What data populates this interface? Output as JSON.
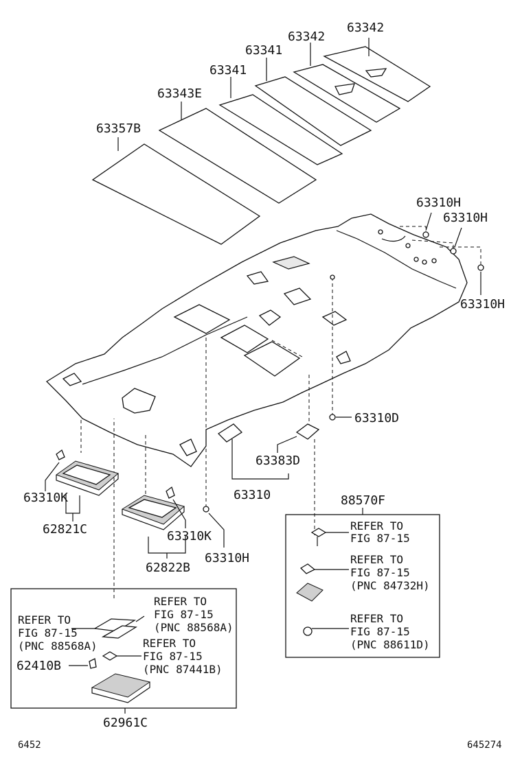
{
  "labels": {
    "p63342a": "63342",
    "p63342b": "63342",
    "p63341a": "63341",
    "p63341b": "63341",
    "p63343E": "63343E",
    "p63357B": "63357B",
    "p63310H_a": "63310H",
    "p63310H_b": "63310H",
    "p63310H_c": "63310H",
    "p63310D": "63310D",
    "p63383D": "63383D",
    "p63310": "63310",
    "p63310K_a": "63310K",
    "p62821C": "62821C",
    "p63310K_b": "63310K",
    "p63310H_d": "63310H",
    "p62822B": "62822B",
    "p88570F": "88570F",
    "p62410B": "62410B",
    "p62961C": "62961C"
  },
  "refs": {
    "r1_l1": "REFER TO",
    "r1_l2": "FIG 87-15",
    "r2_l1": "REFER TO",
    "r2_l2": "FIG 87-15",
    "r2_l3": "(PNC 84732H)",
    "r3_l1": "REFER TO",
    "r3_l2": "FIG 87-15",
    "r3_l3": "(PNC 88611D)",
    "r4_l1": "REFER TO",
    "r4_l2": "FIG 87-15",
    "r4_l3": "(PNC 88568A)",
    "r5_l1": "REFER TO",
    "r5_l2": "FIG 87-15",
    "r5_l3": "(PNC 88568A)",
    "r6_l1": "REFER TO",
    "r6_l2": "FIG 87-15",
    "r6_l3": "(PNC 87441B)"
  },
  "footer": {
    "left_code": "6452",
    "right_code": "645274"
  }
}
